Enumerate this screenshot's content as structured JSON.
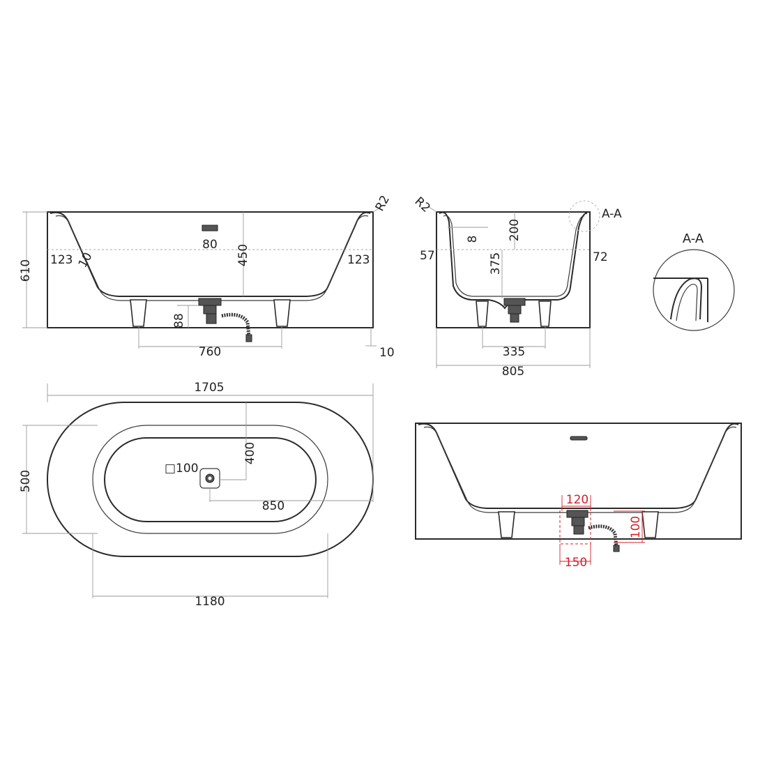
{
  "colors": {
    "line": "#2a2a2a",
    "dimension": "#9a9a9a",
    "highlight": "#d3202a"
  },
  "front_view": {
    "height": "610",
    "rim_to_wall_left": "123",
    "rim_to_wall_right": "123",
    "wall_thickness": "10",
    "overflow_width": "80",
    "inner_depth": "450",
    "drain_height": "88",
    "leg_spacing": "760",
    "base_offset": "10",
    "corner_radius": "R2"
  },
  "side_view": {
    "corner_radius": "R2",
    "slope_thickness": "8",
    "upper_depth": "200",
    "lower_depth": "375",
    "left_offset": "57",
    "right_offset": "72",
    "leg_spacing": "335",
    "width": "805",
    "section_marker": "A-A"
  },
  "detail": {
    "title": "A-A"
  },
  "top_view": {
    "length": "1705",
    "width": "500",
    "drain_square": "□100",
    "drain_from_side": "400",
    "drain_from_end": "850",
    "inner_length": "1180"
  },
  "drain_detail": {
    "clearance_width": "120",
    "clearance_height": "100",
    "clearance_depth": "150"
  }
}
